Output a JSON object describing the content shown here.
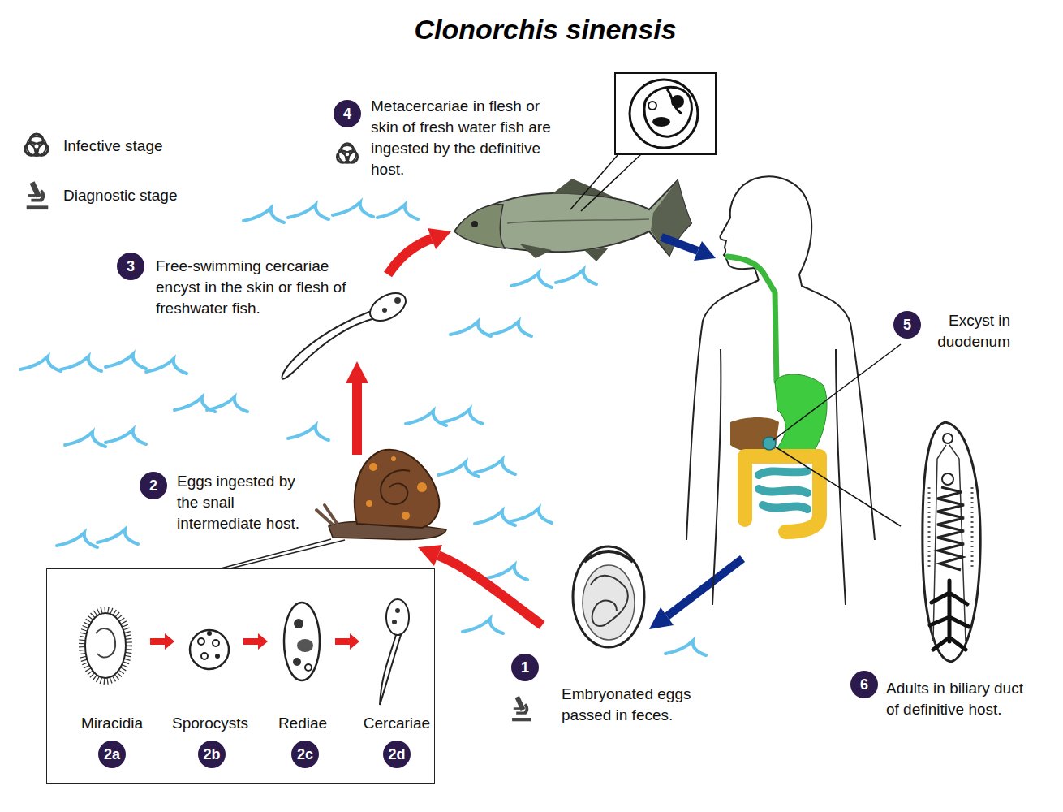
{
  "diagram": {
    "title": "Clonorchis sinensis",
    "nodes": [
      {
        "text": [
          "4"
        ]
      },
      {
        "text": [
          "3"
        ]
      },
      {
        "text": [
          "5"
        ]
      },
      {
        "text": [
          "2"
        ]
      },
      {
        "text": [
          "Miracidia",
          "Sporocysts",
          "Rediae",
          "Cercariae"
        ]
      },
      {
        "text": [
          "2a"
        ],
        "in": 4
      },
      {
        "text": [
          "2b"
        ],
        "in": 4
      },
      {
        "text": [
          "2c"
        ],
        "in": 4
      },
      {
        "text": [
          "2d"
        ],
        "in": 4
      },
      {
        "text": [
          "1"
        ]
      },
      {
        "text": [
          "6"
        ]
      }
    ],
    "labels": [
      "Metacercariae in flesh or skin of fresh water fish are ingested by the definitive host.",
      "Free-swimming cercariae encyst in the skin or flesh of freshwater fish.",
      "Excyst in duodenum",
      "Eggs ingested by the snail intermediate host.",
      "Embryonated eggs passed in feces.",
      "Adults in biliary duct of definitive host."
    ],
    "legend": [
      {
        "text": "Infective stage"
      },
      {
        "text": "Diagnostic stage"
      }
    ]
  }
}
